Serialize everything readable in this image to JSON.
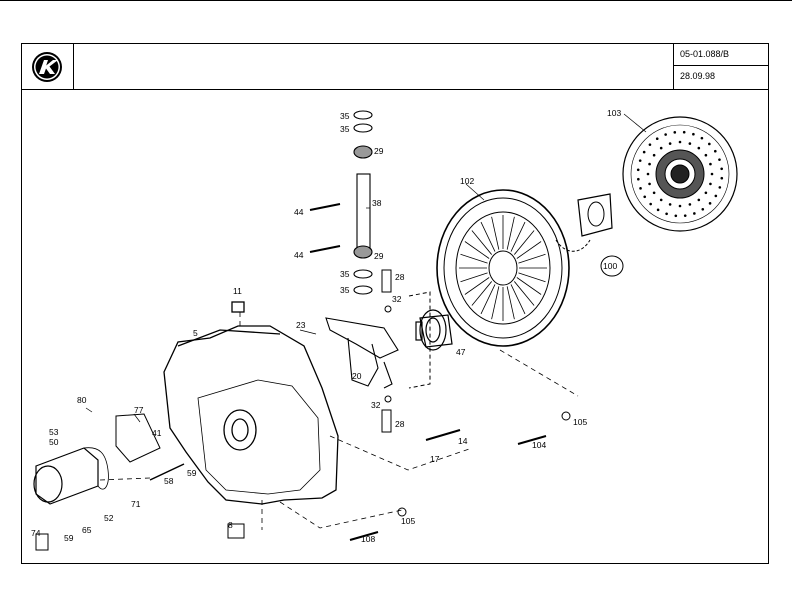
{
  "header": {
    "document_number": "05-01.088/B",
    "date": "28.09.98",
    "logo_letter": "K"
  },
  "callouts": [
    {
      "key": "c35a",
      "text": "35"
    },
    {
      "key": "c35b",
      "text": "35"
    },
    {
      "key": "c29a",
      "text": "29"
    },
    {
      "key": "c38",
      "text": "38"
    },
    {
      "key": "c44a",
      "text": "44"
    },
    {
      "key": "c44b",
      "text": "44"
    },
    {
      "key": "c29b",
      "text": "29"
    },
    {
      "key": "c35c",
      "text": "35"
    },
    {
      "key": "c35d",
      "text": "35"
    },
    {
      "key": "c28a",
      "text": "28"
    },
    {
      "key": "c32a",
      "text": "32"
    },
    {
      "key": "c11",
      "text": "11"
    },
    {
      "key": "c23",
      "text": "23"
    },
    {
      "key": "c5",
      "text": "5"
    },
    {
      "key": "c20",
      "text": "20"
    },
    {
      "key": "c47",
      "text": "47"
    },
    {
      "key": "c32b",
      "text": "32"
    },
    {
      "key": "c28b",
      "text": "28"
    },
    {
      "key": "c102",
      "text": "102"
    },
    {
      "key": "c103",
      "text": "103"
    },
    {
      "key": "c100",
      "text": "100"
    },
    {
      "key": "c80",
      "text": "80"
    },
    {
      "key": "c77",
      "text": "77"
    },
    {
      "key": "c41",
      "text": "41"
    },
    {
      "key": "c53",
      "text": "53"
    },
    {
      "key": "c50",
      "text": "50"
    },
    {
      "key": "c59a",
      "text": "59"
    },
    {
      "key": "c58",
      "text": "58"
    },
    {
      "key": "c71",
      "text": "71"
    },
    {
      "key": "c52",
      "text": "52"
    },
    {
      "key": "c74",
      "text": "74"
    },
    {
      "key": "c59b",
      "text": "59"
    },
    {
      "key": "c65",
      "text": "65"
    },
    {
      "key": "c8",
      "text": "8"
    },
    {
      "key": "c14",
      "text": "14"
    },
    {
      "key": "c17",
      "text": "17"
    },
    {
      "key": "c104",
      "text": "104"
    },
    {
      "key": "c105a",
      "text": "105"
    },
    {
      "key": "c105b",
      "text": "105"
    },
    {
      "key": "c108",
      "text": "108"
    }
  ]
}
